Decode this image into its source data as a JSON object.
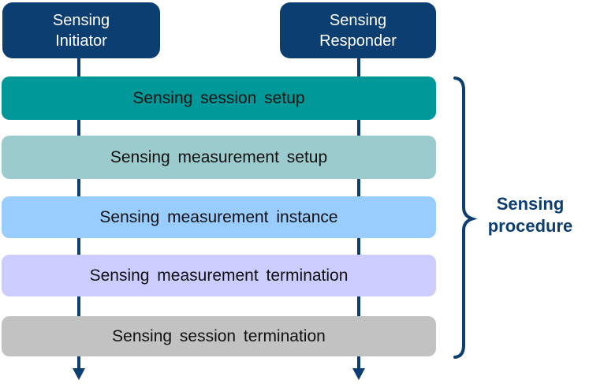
{
  "diagram": {
    "entities": [
      {
        "label": "Sensing\nInitiator"
      },
      {
        "label": "Sensing\nResponder"
      }
    ],
    "phases": [
      {
        "label": "Sensing session setup",
        "color": "#009898"
      },
      {
        "label": "Sensing measurement setup",
        "color": "#9bcbcd"
      },
      {
        "label": "Sensing measurement instance",
        "color": "#99ccff"
      },
      {
        "label": "Sensing measurement termination",
        "color": "#ccccfe"
      },
      {
        "label": "Sensing session termination",
        "color": "#c2c2c2"
      }
    ],
    "brace_label": "Sensing\nprocedure",
    "colors": {
      "navy": "#0d3e72",
      "entity_text": "#ffffff",
      "phase_text": "#111111",
      "background": "#ffffff"
    }
  }
}
